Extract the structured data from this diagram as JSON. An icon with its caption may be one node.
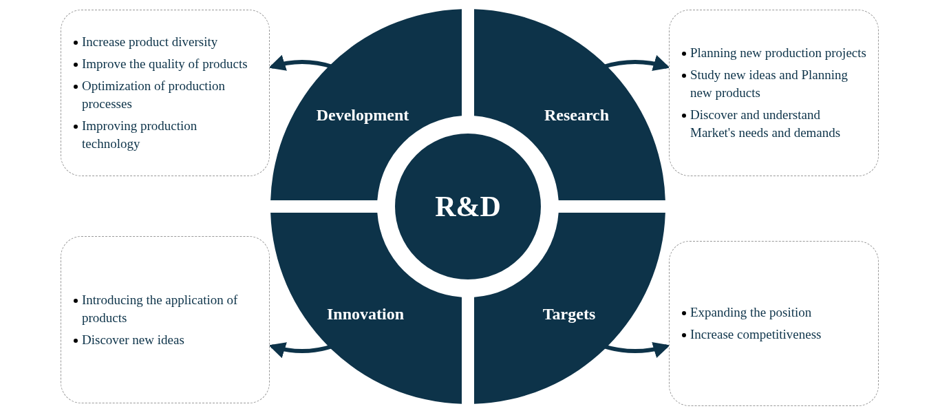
{
  "diagram": {
    "nodes": [
      {
        "text": [
          "R&D"
        ]
      },
      {
        "text": [
          "Development"
        ]
      },
      {
        "text": [
          "Research"
        ]
      },
      {
        "text": [
          "Innovation"
        ]
      },
      {
        "text": [
          "Targets"
        ]
      },
      {
        "text": [
          "Increase product diversity",
          "Improve the quality of products",
          "Optimization of production processes",
          "Improving production technology"
        ]
      },
      {
        "text": [
          "Planning new production projects",
          "Study new ideas and Planning new products",
          "Discover and understand Market's needs and demands"
        ]
      },
      {
        "text": [
          "Introducing the application of products",
          "Discover new ideas"
        ]
      },
      {
        "text": [
          "Expanding the position",
          "Increase competitiveness"
        ]
      }
    ],
    "edges": [
      {
        "from": 1,
        "to": 5,
        "arrow": "to"
      },
      {
        "from": 2,
        "to": 6,
        "arrow": "to"
      },
      {
        "from": 3,
        "to": 7,
        "arrow": "to"
      },
      {
        "from": 4,
        "to": 8,
        "arrow": "to"
      }
    ]
  }
}
